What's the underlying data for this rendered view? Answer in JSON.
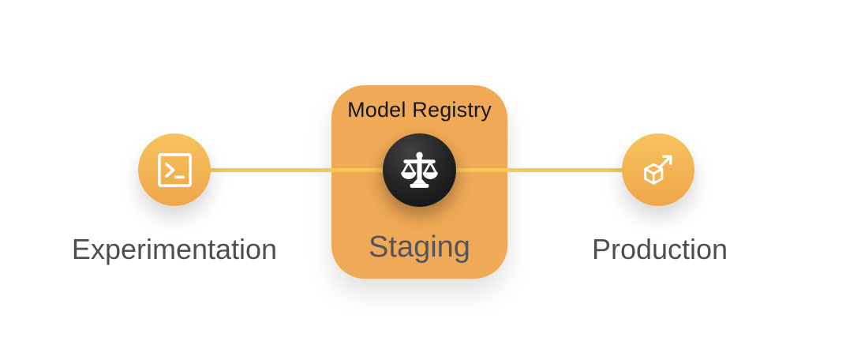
{
  "diagram": {
    "registry": {
      "title": "Model Registry"
    },
    "stages": [
      {
        "label": "Experimentation",
        "icon": "terminal-icon"
      },
      {
        "label": "Staging",
        "icon": "balance-scale-icon"
      },
      {
        "label": "Production",
        "icon": "deploy-cube-icon"
      }
    ],
    "colors": {
      "node_gradient_top": "#f6c35e",
      "node_gradient_bottom": "#efa64a",
      "registry_card": "#f0a956",
      "connector": "#f3ca52",
      "registry_badge_dark": "#1c1c1c",
      "stage_label_text": "#4e4f52",
      "registry_title_text": "#161619",
      "icon_stroke": "#ffffff"
    }
  }
}
